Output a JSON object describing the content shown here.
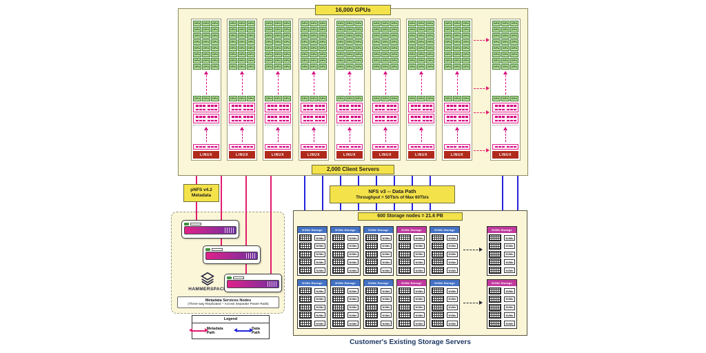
{
  "colors": {
    "panel_bg": "#FBF6D7",
    "panel_border": "#8A8A5E",
    "badge_bg": "#F4E24A",
    "badge_border": "#6E6E35",
    "gpu_bg": "#B9E0A0",
    "gpu_border": "#3F7D2C",
    "gpu_text": "#1C4A12",
    "linux_bg": "#B02A1C",
    "nic_border": "#E0218A",
    "nic_bg": "#FDEEF7",
    "nic_dash": "#D5007F",
    "metadata_line": "#E21A6D",
    "data_line": "#2222DD",
    "storage_header_blue": "#4472C4",
    "storage_header_magenta": "#C13A9E",
    "navy_text": "#1F3864",
    "hs_grad_start": "#E0218A",
    "hs_grad_end": "#7030A0",
    "dark_arrow": "#222233"
  },
  "client_cluster": {
    "title": "16,000 GPUs",
    "footer": "2,000 Client Servers",
    "gpu_label": "GPU",
    "os_label": "LINUX",
    "racks_main": 8,
    "gpu_grid": {
      "rows": 8,
      "cols": 3
    },
    "gpu_row2_cols": 3
  },
  "labels": {
    "pnfs_line1": "pNFS v4.2",
    "pnfs_line2": "Metadata",
    "nfs_line1": "NFS v3 -- Data Path",
    "nfs_line2": "Throughput = 50Tb/s of Max 60Tb/s",
    "storage_title": "600 Storage nodes = 21.6 PB",
    "storage_caption": "Customer's Existing Storage Servers"
  },
  "hammerspace": {
    "brand": "HAMMERSPACE",
    "label_title": "Metadata Services Nodes",
    "label_sub": "(Three-way Replicated – Across Separate Power Rails)"
  },
  "legend": {
    "title": "Legend",
    "items": [
      {
        "label": "Metadata Path"
      },
      {
        "label": "Data Path"
      }
    ]
  },
  "storage": {
    "node_header": "NVMe Storage",
    "drive_label": "NVMe",
    "drives_per_node": 5,
    "rows": [
      {
        "nodes": [
          "blue",
          "blue",
          "blue",
          "magenta",
          "blue"
        ],
        "right_node": "magenta"
      },
      {
        "nodes": [
          "blue",
          "blue",
          "blue",
          "magenta",
          "blue"
        ],
        "right_node": "magenta"
      }
    ]
  }
}
